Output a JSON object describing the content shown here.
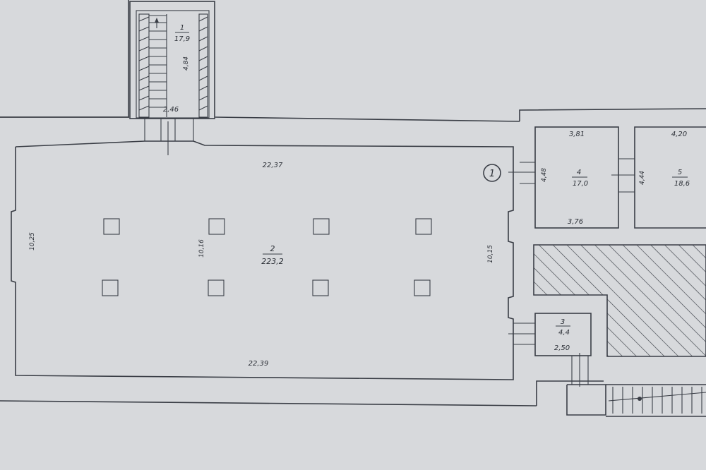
{
  "floor_plan": {
    "stair_1": {
      "number": "1",
      "area": "17,9",
      "length": "4,84",
      "width": "2,46"
    },
    "room_2": {
      "number": "2",
      "area": "223,2",
      "top": "22,37",
      "bottom": "22,39",
      "left": "10,25",
      "right": "10,15",
      "inner": "10,16"
    },
    "room_3": {
      "number": "3",
      "area": "4,4",
      "width": "2,50"
    },
    "room_4": {
      "number": "4",
      "area": "17,0",
      "top": "3,81",
      "bottom": "3,76",
      "side": "4,48"
    },
    "room_5": {
      "number": "5",
      "area": "18,6",
      "top": "4,20",
      "side": "4,44"
    },
    "marker": "1"
  },
  "colors": {
    "paper": "#d7d9dc",
    "ink": "#3a3e46"
  }
}
